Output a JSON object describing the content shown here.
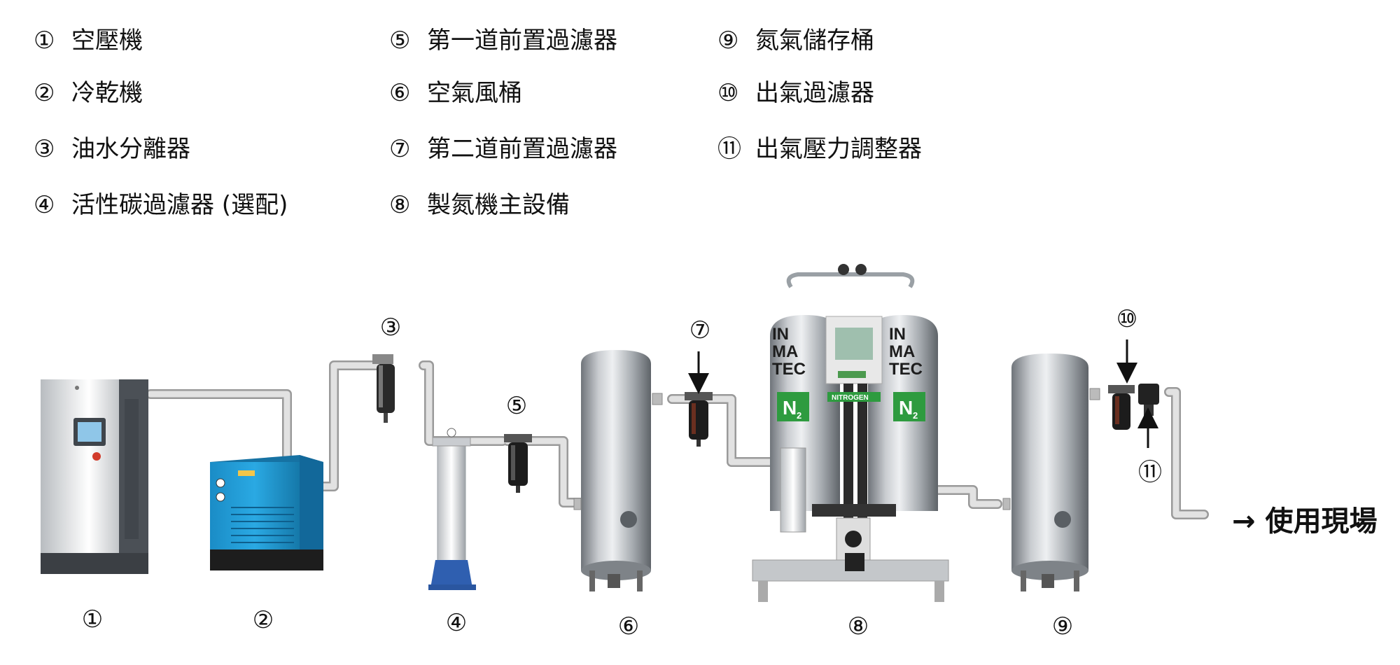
{
  "legend": [
    {
      "num": "①",
      "label": "空壓機"
    },
    {
      "num": "②",
      "label": "冷乾機"
    },
    {
      "num": "③",
      "label": "油水分離器"
    },
    {
      "num": "④",
      "label": "活性碳過濾器 (選配)"
    },
    {
      "num": "⑤",
      "label": "第一道前置過濾器"
    },
    {
      "num": "⑥",
      "label": "空氣風桶"
    },
    {
      "num": "⑦",
      "label": "第二道前置過濾器"
    },
    {
      "num": "⑧",
      "label": "製氮機主設備"
    },
    {
      "num": "⑨",
      "label": "氮氣儲存桶"
    },
    {
      "num": "⑩",
      "label": "出氣過濾器"
    },
    {
      "num": "⑪",
      "label": "出氣壓力調整器"
    }
  ],
  "diagram_numbers": {
    "n1": "①",
    "n2": "②",
    "n3": "③",
    "n4": "④",
    "n5": "⑤",
    "n6": "⑥",
    "n7": "⑦",
    "n8": "⑧",
    "n9": "⑨",
    "n10": "⑩",
    "n11": "⑪"
  },
  "outlet": {
    "arrow": "→",
    "label": "使用現場"
  },
  "generator_panel": {
    "brand_lines": [
      "IN",
      "MA",
      "TEC"
    ],
    "nitrogen_label": "NITROGEN",
    "n2_label": "N",
    "n2_sub": "2"
  },
  "colors": {
    "pipe": "#dcdcdc",
    "pipe_edge": "#a8a8a8",
    "tank_steel": "#a9adb1",
    "dryer_blue": "#1e9bd7",
    "n2_green": "#2e9b3f",
    "compressor_gray": "#d9dcdf"
  }
}
